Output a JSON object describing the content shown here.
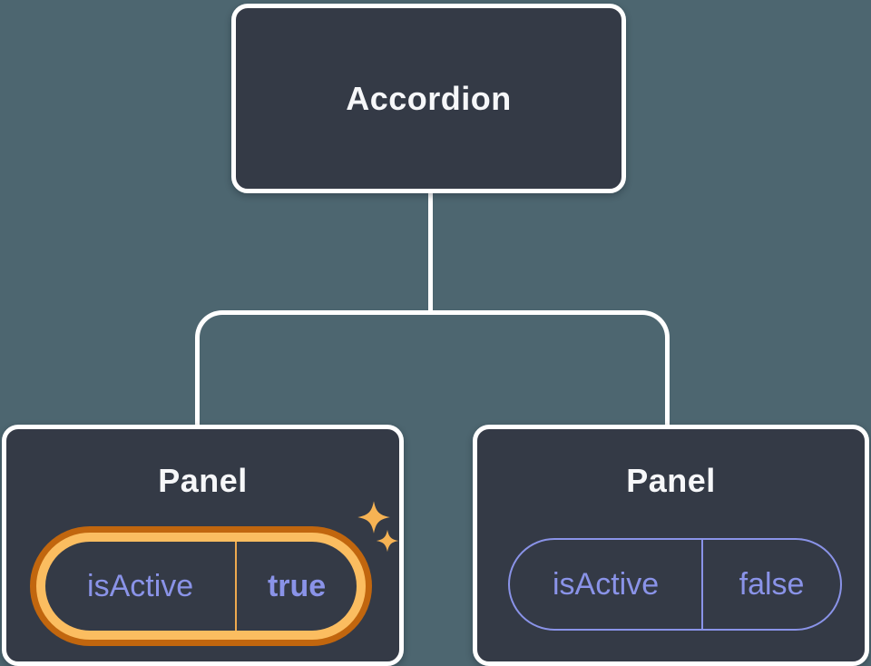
{
  "colors": {
    "background": "#4d6670",
    "node_fill": "#343a46",
    "node_border": "#ffffff",
    "title_text": "#f6f7f9",
    "prop_text": "#8a93e8",
    "highlight_ring_outer": "#c1660e",
    "highlight_ring_inner": "#fbbd60",
    "highlight_divider": "#eda94f",
    "sparkle": "#f6b354"
  },
  "icons": {
    "sparkle": "four-pointed-star"
  },
  "diagram": {
    "root": {
      "label": "Accordion"
    },
    "panels": {
      "active": {
        "title": "Panel",
        "prop_name": "isActive",
        "prop_value": "true",
        "highlighted": true
      },
      "inactive": {
        "title": "Panel",
        "prop_name": "isActive",
        "prop_value": "false",
        "highlighted": false
      }
    }
  }
}
